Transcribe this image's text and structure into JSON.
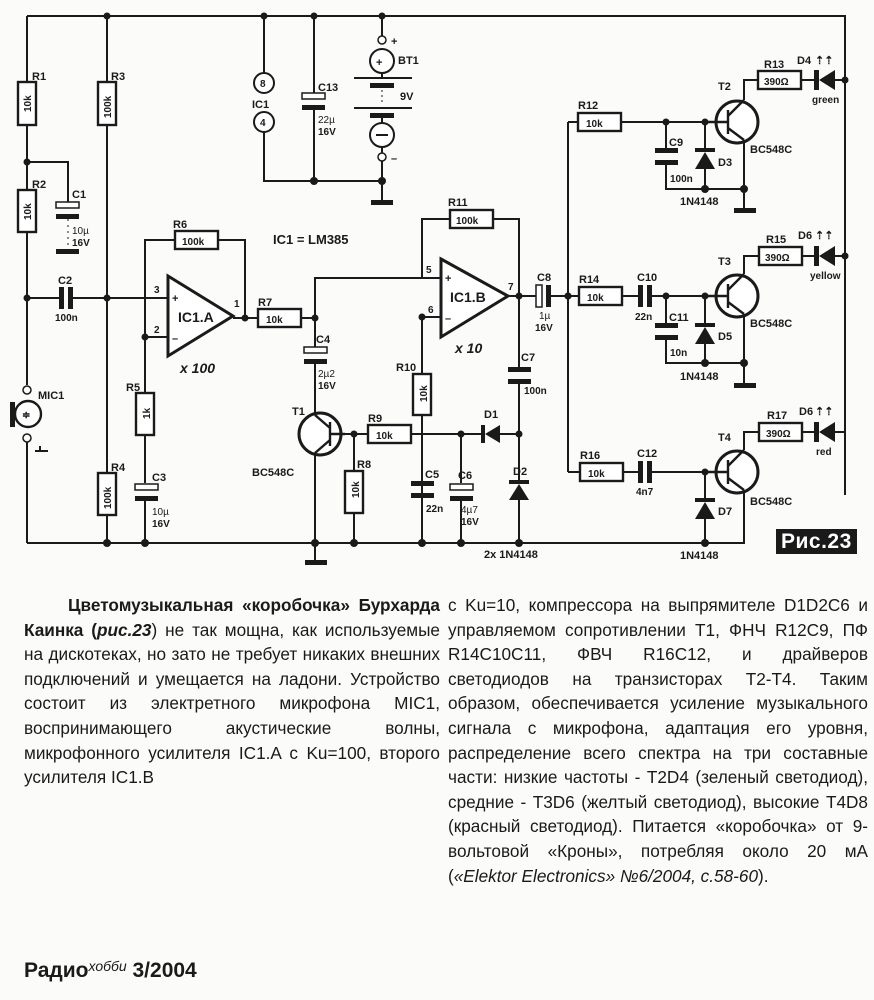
{
  "figure": {
    "badge": "Рис.23",
    "ic_note": "IC1 = LM385",
    "gains": {
      "ic1a": "x 100",
      "ic1b": "x 10"
    },
    "power": {
      "ic_label": "IC1",
      "pin_top": "8",
      "pin_bottom": "4",
      "battery": "BT1",
      "battery_voltage": "9V",
      "plus": "+",
      "minus": "–"
    },
    "opamps": [
      {
        "ref": "IC1.A",
        "pin_plus": "3",
        "pin_minus": "2",
        "pin_out": "1"
      },
      {
        "ref": "IC1.B",
        "pin_plus": "5",
        "pin_minus": "6",
        "pin_out": "7"
      }
    ],
    "resistors": [
      {
        "ref": "R1",
        "value": "10k"
      },
      {
        "ref": "R2",
        "value": "10k"
      },
      {
        "ref": "R3",
        "value": "100k"
      },
      {
        "ref": "R4",
        "value": "100k"
      },
      {
        "ref": "R5",
        "value": "1k"
      },
      {
        "ref": "R6",
        "value": "100k"
      },
      {
        "ref": "R7",
        "value": "10k"
      },
      {
        "ref": "R8",
        "value": "10k"
      },
      {
        "ref": "R9",
        "value": "10k"
      },
      {
        "ref": "R10",
        "value": "10k"
      },
      {
        "ref": "R11",
        "value": "100k"
      },
      {
        "ref": "R12",
        "value": "10k"
      },
      {
        "ref": "R13",
        "value": "390Ω"
      },
      {
        "ref": "R14",
        "value": "10k"
      },
      {
        "ref": "R15",
        "value": "390Ω"
      },
      {
        "ref": "R16",
        "value": "10k"
      },
      {
        "ref": "R17",
        "value": "390Ω"
      }
    ],
    "capacitors": [
      {
        "ref": "C1",
        "value": "10µ",
        "voltage": "16V"
      },
      {
        "ref": "C2",
        "value": "100n"
      },
      {
        "ref": "C3",
        "value": "10µ",
        "voltage": "16V"
      },
      {
        "ref": "C4",
        "value": "2µ2",
        "voltage": "16V"
      },
      {
        "ref": "C5",
        "value": "22n"
      },
      {
        "ref": "C6",
        "value": "4µ7",
        "voltage": "16V"
      },
      {
        "ref": "C7",
        "value": "100n"
      },
      {
        "ref": "C8",
        "value": "1µ",
        "voltage": "16V"
      },
      {
        "ref": "C9",
        "value": "100n"
      },
      {
        "ref": "C10",
        "value": "22n"
      },
      {
        "ref": "C11",
        "value": "10n"
      },
      {
        "ref": "C12",
        "value": "4n7"
      },
      {
        "ref": "C13",
        "value": "22µ",
        "voltage": "16V"
      }
    ],
    "transistors": [
      {
        "ref": "T1",
        "type": "BC548C"
      },
      {
        "ref": "T2",
        "type": "BC548C"
      },
      {
        "ref": "T3",
        "type": "BC548C"
      },
      {
        "ref": "T4",
        "type": "BC548C"
      }
    ],
    "diodes": [
      {
        "ref": "D1"
      },
      {
        "ref": "D2"
      },
      {
        "ref": "D3"
      },
      {
        "ref": "D5"
      },
      {
        "ref": "D7"
      }
    ],
    "diode_types": {
      "d1d2": "2x 1N4148",
      "d3": "1N4148",
      "d5": "1N4148",
      "d7": "1N4148"
    },
    "leds": [
      {
        "ref": "D4",
        "color": "green"
      },
      {
        "ref": "D6",
        "color": "yellow"
      },
      {
        "ref": "D8",
        "color": "red",
        "printed_ref": "D6"
      }
    ],
    "mic": "MIC1"
  },
  "article": {
    "left_title_bold": "Цветомузыкальная «коробочка» Бурхарда Каинка (",
    "left_fig_ref": "рис.23",
    "left_after_ref": ") не так мощна, как используемые на дискотеках, но зато не требует никаких внешних подключений и умещается на ладони. Устройство состоит из электретного микрофона MIC1, воспринимающего акустические волны, микрофонного усилителя IC1.A с Ku=100, второго усилителя IC1.B",
    "right_text": "с Ku=10, компрессора на выпрямителе D1D2C6 и управляемом сопротивлении T1, ФНЧ R12C9, ПФ R14C10C11, ФВЧ R16C12, и драйверов светодиодов на транзисторах T2-T4. Таким образом, обеспечивается усиление музыкального сигнала с микрофона, адаптация его уровня, распределение всего спектра на три составные части: низкие частоты - T2D4 (зеленый светодиод), средние - T3D6 (желтый светодиод), высокие T4D8 (красный светодиод). Питается «коробочка» от 9-вольтовой «Кроны», потребляя около 20 мА (",
    "right_source_italic": "«Elektor Electronics» №6/2004, с.58-60",
    "right_end": ")."
  },
  "footer": {
    "magazine": "Радио",
    "magazine_sup": "хобби",
    "issue": "3/2004"
  }
}
